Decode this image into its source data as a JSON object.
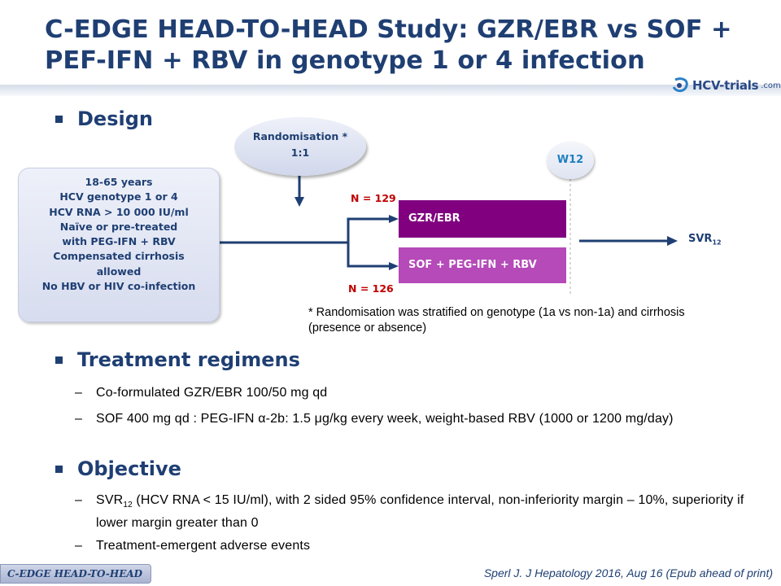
{
  "slide": {
    "title": "C-EDGE HEAD-TO-HEAD Study: GZR/EBR vs SOF + PEF-IFN + RBV in genotype 1 or 4 infection",
    "logo": {
      "name": "HCV-trials",
      "domain": ".com"
    }
  },
  "design": {
    "heading": "Design",
    "patient_box": [
      "18-65 years",
      "HCV genotype 1 or 4",
      "HCV RNA > 10 000 IU/ml",
      "Naïve or pre-treated",
      "with PEG-IFN + RBV",
      "Compensated cirrhosis",
      "allowed",
      "No HBV or HIV co-infection"
    ],
    "randomisation": {
      "line1": "Randomisation *",
      "line2": "1:1"
    },
    "week_marker": "W12",
    "arms": [
      {
        "label": "GZR/EBR",
        "n": "N = 129",
        "color": "#800080"
      },
      {
        "label": "SOF + PEG-IFN + RBV",
        "n": "N = 126",
        "color": "#b54ab8"
      }
    ],
    "endpoint": {
      "text": "SVR",
      "subscript": "12"
    },
    "footnote": "* Randomisation was stratified on genotype (1a vs non-1a) and cirrhosis (presence or absence)"
  },
  "treatment": {
    "heading": "Treatment regimens",
    "items": [
      "Co-formulated GZR/EBR 100/50 mg qd",
      "SOF 400 mg qd : PEG-IFN α-2b: 1.5 μg/kg every week, weight-based RBV (1000 or 1200 mg/day)"
    ]
  },
  "objective": {
    "heading": "Objective",
    "items": [
      {
        "prefix": "SVR",
        "subscript": "12",
        "text": " (HCV RNA < 15 IU/ml), with 2 sided 95% confidence interval, non-inferiority margin – 10%, superiority if lower margin greater than 0"
      },
      {
        "text": "Treatment-emergent adverse events"
      }
    ]
  },
  "footer": {
    "tag": "C-EDGE HEAD-TO-HEAD",
    "citation": "Sperl J. J Hepatology 2016, Aug 16 (Epub ahead of print)"
  },
  "colors": {
    "title": "#1f3f73",
    "arm_a": "#800080",
    "arm_b": "#b54ab8",
    "n_label": "#c00000",
    "w12": "#1f7fc0"
  }
}
